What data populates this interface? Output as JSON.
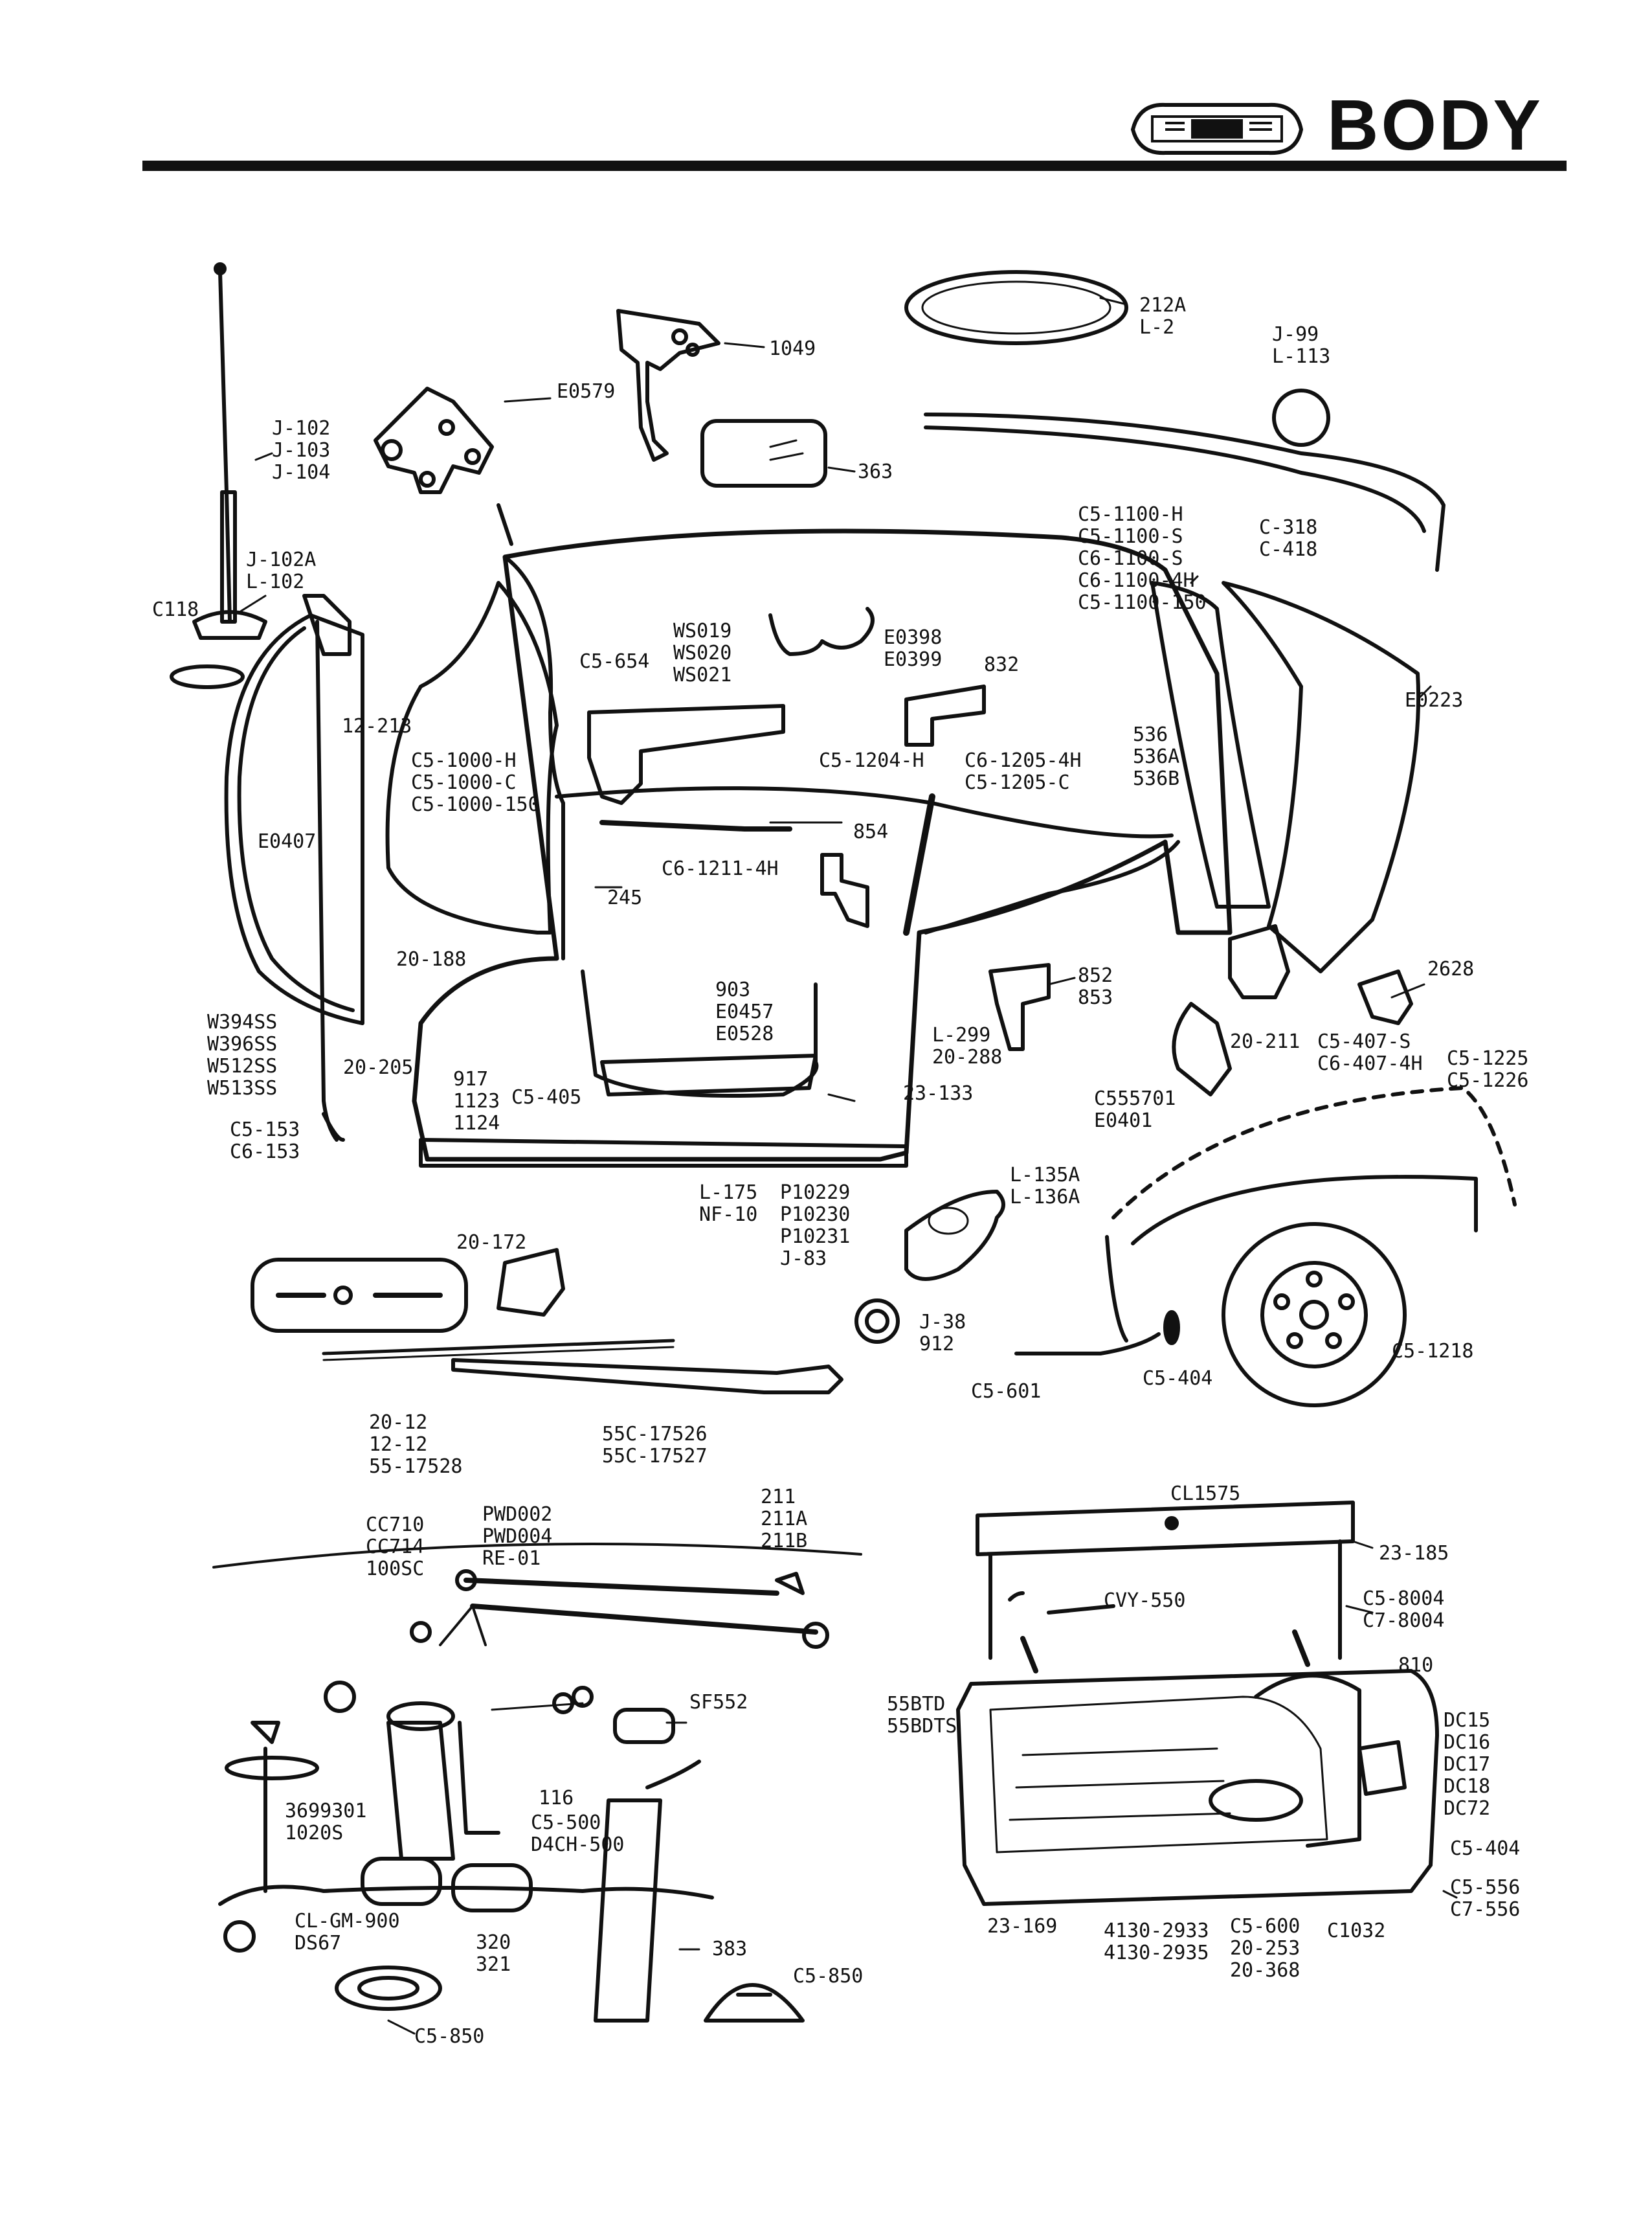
{
  "header": {
    "title": "BODY"
  },
  "callouts": [
    {
      "id": "1049",
      "lines": [
        "1049"
      ]
    },
    {
      "id": "212a",
      "lines": [
        "212A",
        "L-2"
      ]
    },
    {
      "id": "e0579",
      "lines": [
        "E0579"
      ]
    },
    {
      "id": "j99",
      "lines": [
        "J-99",
        "L-113"
      ]
    },
    {
      "id": "j102",
      "lines": [
        "J-102",
        "J-103",
        "J-104"
      ]
    },
    {
      "id": "363",
      "lines": [
        "363"
      ]
    },
    {
      "id": "j102a",
      "lines": [
        "J-102A",
        "L-102"
      ]
    },
    {
      "id": "c118",
      "lines": [
        "C118"
      ]
    },
    {
      "id": "c51100",
      "lines": [
        "C5-1100-H",
        "C5-1100-S",
        "C6-1100-S",
        "C6-1100-4H",
        "C5-1100-150"
      ]
    },
    {
      "id": "c318",
      "lines": [
        "C-318",
        "C-418"
      ]
    },
    {
      "id": "ws019",
      "lines": [
        "WS019",
        "WS020",
        "WS021"
      ]
    },
    {
      "id": "e0398",
      "lines": [
        "E0398",
        "E0399"
      ]
    },
    {
      "id": "c5654",
      "lines": [
        "C5-654"
      ]
    },
    {
      "id": "832",
      "lines": [
        "832"
      ]
    },
    {
      "id": "e0223",
      "lines": [
        "E0223"
      ]
    },
    {
      "id": "12213",
      "lines": [
        "12-213"
      ]
    },
    {
      "id": "c51000",
      "lines": [
        "C5-1000-H",
        "C5-1000-C",
        "C5-1000-150"
      ]
    },
    {
      "id": "c51204",
      "lines": [
        "C5-1204-H"
      ]
    },
    {
      "id": "c61205",
      "lines": [
        "C6-1205-4H",
        "C5-1205-C"
      ]
    },
    {
      "id": "536",
      "lines": [
        "536",
        "536A",
        "536B"
      ]
    },
    {
      "id": "e0407",
      "lines": [
        "E0407"
      ]
    },
    {
      "id": "854",
      "lines": [
        "854"
      ]
    },
    {
      "id": "c61211",
      "lines": [
        "C6-1211-4H"
      ]
    },
    {
      "id": "245",
      "lines": [
        "245"
      ]
    },
    {
      "id": "20188",
      "lines": [
        "20-188"
      ]
    },
    {
      "id": "852",
      "lines": [
        "852",
        "853"
      ]
    },
    {
      "id": "2628",
      "lines": [
        "2628"
      ]
    },
    {
      "id": "903",
      "lines": [
        "903",
        "E0457",
        "E0528"
      ]
    },
    {
      "id": "w394",
      "lines": [
        "W394SS",
        "W396SS",
        "W512SS",
        "W513SS"
      ]
    },
    {
      "id": "20205",
      "lines": [
        "20-205"
      ]
    },
    {
      "id": "l299",
      "lines": [
        "L-299",
        "20-288"
      ]
    },
    {
      "id": "20211",
      "lines": [
        "20-211"
      ]
    },
    {
      "id": "c5407",
      "lines": [
        "C5-407-S",
        "C6-407-4H"
      ]
    },
    {
      "id": "917",
      "lines": [
        "917",
        "1123",
        "1124"
      ]
    },
    {
      "id": "c5405",
      "lines": [
        "C5-405"
      ]
    },
    {
      "id": "23133",
      "lines": [
        "23-133"
      ]
    },
    {
      "id": "c51225",
      "lines": [
        "C5-1225",
        "C5-1226"
      ]
    },
    {
      "id": "c5555701",
      "lines": [
        "C555701",
        "E0401"
      ]
    },
    {
      "id": "c5153",
      "lines": [
        "C5-153",
        "C6-153"
      ]
    },
    {
      "id": "l135",
      "lines": [
        "L-135A",
        "L-136A"
      ]
    },
    {
      "id": "l175",
      "lines": [
        "L-175",
        "NF-10"
      ]
    },
    {
      "id": "p10229",
      "lines": [
        "P10229",
        "P10230",
        "P10231",
        "J-83"
      ]
    },
    {
      "id": "20172",
      "lines": [
        "20-172"
      ]
    },
    {
      "id": "j38",
      "lines": [
        "J-38",
        "912"
      ]
    },
    {
      "id": "c51218",
      "lines": [
        "C5-1218"
      ]
    },
    {
      "id": "c5601",
      "lines": [
        "C5-601"
      ]
    },
    {
      "id": "c5404a",
      "lines": [
        "C5-404"
      ]
    },
    {
      "id": "2012",
      "lines": [
        "20-12",
        "12-12",
        "55-17528"
      ]
    },
    {
      "id": "55c",
      "lines": [
        "55C-17526",
        "55C-17527"
      ]
    },
    {
      "id": "cc710",
      "lines": [
        "CC710",
        "CC714",
        "100SC"
      ]
    },
    {
      "id": "pwd",
      "lines": [
        "PWD002",
        "PWD004",
        "RE-01"
      ]
    },
    {
      "id": "211",
      "lines": [
        "211",
        "211A",
        "211B"
      ]
    },
    {
      "id": "cl1575",
      "lines": [
        "CL1575"
      ]
    },
    {
      "id": "23185",
      "lines": [
        "23-185"
      ]
    },
    {
      "id": "cvy",
      "lines": [
        "CVY-550"
      ]
    },
    {
      "id": "c58004",
      "lines": [
        "C5-8004",
        "C7-8004"
      ]
    },
    {
      "id": "810",
      "lines": [
        "810"
      ]
    },
    {
      "id": "sf552",
      "lines": [
        "SF552"
      ]
    },
    {
      "id": "55btd",
      "lines": [
        "55BTD",
        "55BDTS"
      ]
    },
    {
      "id": "dc15",
      "lines": [
        "DC15",
        "DC16",
        "DC17",
        "DC18",
        "DC72"
      ]
    },
    {
      "id": "116",
      "lines": [
        "116"
      ]
    },
    {
      "id": "c5500",
      "lines": [
        "C5-500",
        "D4CH-500"
      ]
    },
    {
      "id": "3699301",
      "lines": [
        "3699301",
        "1020S"
      ]
    },
    {
      "id": "c5404b",
      "lines": [
        "C5-404"
      ]
    },
    {
      "id": "c5556",
      "lines": [
        "C5-556",
        "C7-556"
      ]
    },
    {
      "id": "clgm",
      "lines": [
        "CL-GM-900",
        "DS67"
      ]
    },
    {
      "id": "320",
      "lines": [
        "320",
        "321"
      ]
    },
    {
      "id": "383",
      "lines": [
        "383"
      ]
    },
    {
      "id": "c5850a",
      "lines": [
        "C5-850"
      ]
    },
    {
      "id": "c5850b",
      "lines": [
        "C5-850"
      ]
    },
    {
      "id": "23169",
      "lines": [
        "23-169"
      ]
    },
    {
      "id": "4130",
      "lines": [
        "4130-2933",
        "4130-2935"
      ]
    },
    {
      "id": "c5600",
      "lines": [
        "C5-600",
        "20-253",
        "20-368"
      ]
    },
    {
      "id": "c1032",
      "lines": [
        "C1032"
      ]
    }
  ]
}
